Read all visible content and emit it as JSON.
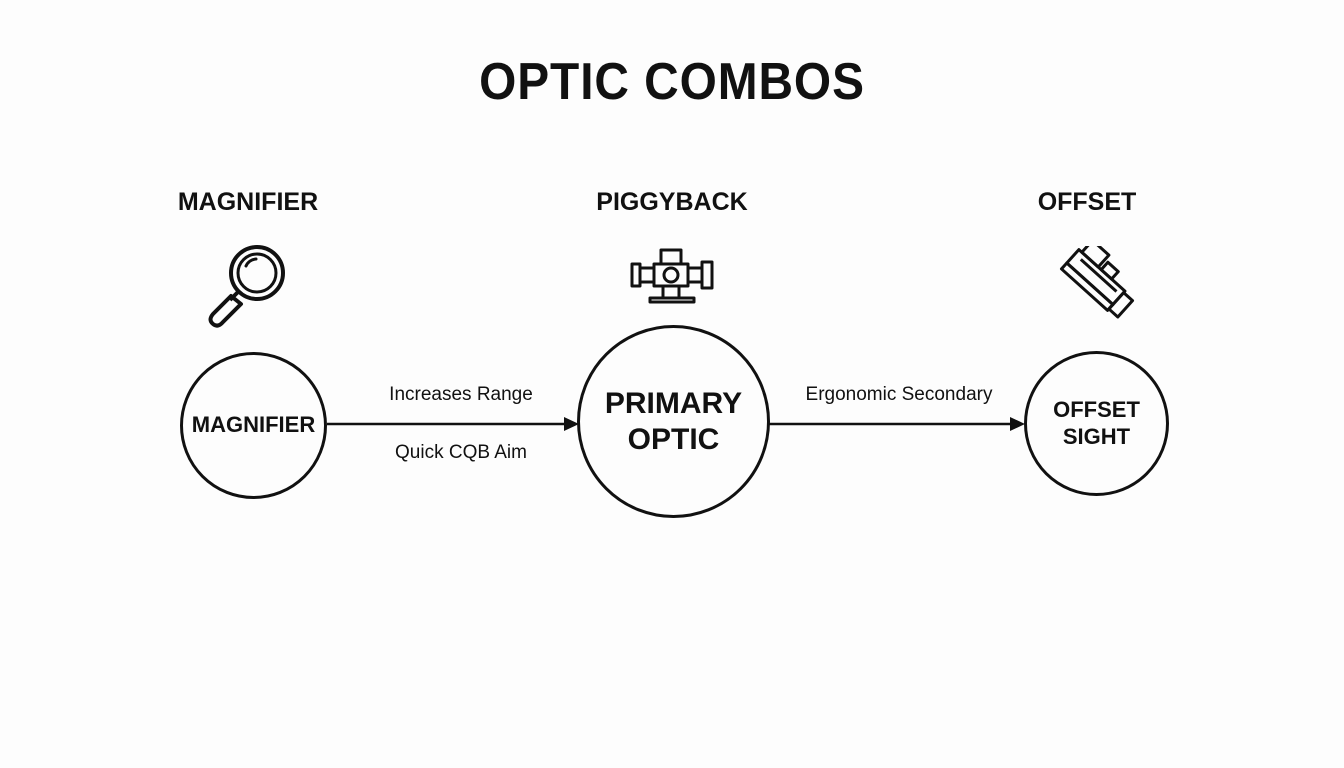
{
  "title": "OPTIC COMBOS",
  "columns": [
    {
      "label": "MAGNIFIER",
      "icon": "magnifying-glass-icon"
    },
    {
      "label": "PIGGYBACK",
      "icon": "scope-with-red-dot-icon"
    },
    {
      "label": "OFFSET",
      "icon": "angled-offset-sight-icon"
    }
  ],
  "nodes": {
    "magnifier": {
      "line1": "MAGNIFIER"
    },
    "primary": {
      "line1": "PRIMARY",
      "line2": "OPTIC"
    },
    "offset": {
      "line1": "OFFSET",
      "line2": "SIGHT"
    }
  },
  "edges": {
    "magnifier_to_primary": {
      "label_top": "Increases Range",
      "label_bottom": "Quick CQB Aim"
    },
    "primary_to_offset": {
      "label_top": "Ergonomic Secondary"
    }
  },
  "colors": {
    "stroke": "#111111",
    "background": "#fdfdfd"
  }
}
